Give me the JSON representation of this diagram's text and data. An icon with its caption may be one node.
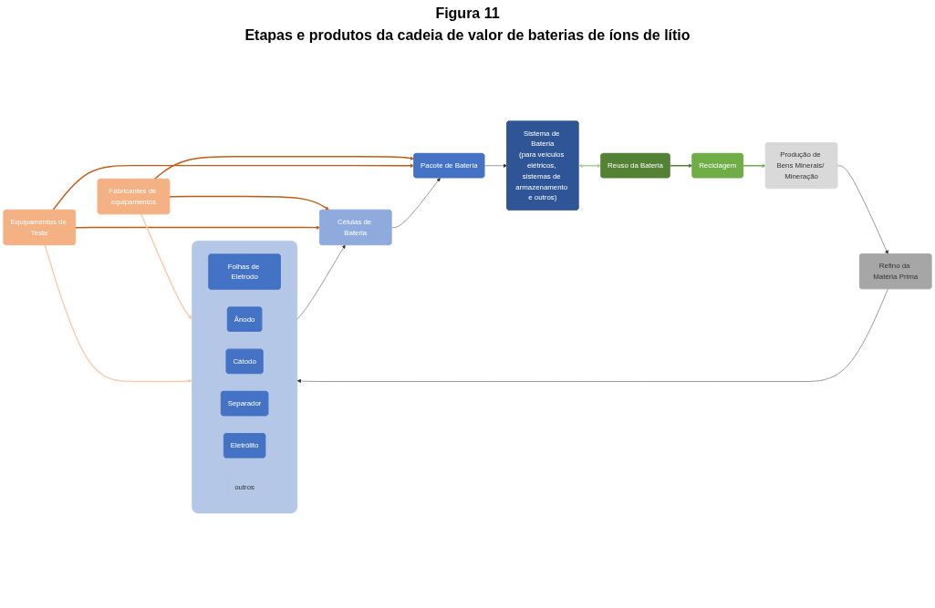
{
  "diagram": {
    "title": "Etapas e produtos da cadeia de valor de baterias de íons de lítio",
    "nodes": [
      {
        "text": [
          "Fabricantes de equipamentos"
        ]
      },
      {
        "text": [
          "Equipamentos de Teste"
        ]
      },
      {
        "text": [
          "Produção de Bens Minerais/ Mineração"
        ]
      },
      {
        "text": [
          "Refino da Matéria Prima"
        ]
      },
      {
        "text": [],
        "shape": "box"
      },
      {
        "text": [
          "Folhas de Eletrodo"
        ],
        "in": 4
      },
      {
        "text": [
          "Ânodo"
        ],
        "in": 4
      },
      {
        "text": [
          "Cátodo"
        ],
        "in": 4
      },
      {
        "text": [
          "Separador"
        ],
        "in": 4
      },
      {
        "text": [
          "Eletrólito"
        ],
        "in": 4
      },
      {
        "text": [
          "outros"
        ],
        "in": 4
      },
      {
        "text": [
          "Células de Bateria"
        ]
      },
      {
        "text": [
          "Pacote de Bateria"
        ]
      },
      {
        "text": [
          "Sistema de Bateria",
          "(para veículos elétricos, sistemas de armazenamento e outros)"
        ]
      },
      {
        "text": [
          "Reuso da Bateria"
        ]
      },
      {
        "text": [
          "Reciclagem"
        ]
      }
    ],
    "edges": [
      {
        "from": 0,
        "to": 4,
        "arrow": "to",
        "color": "#f8cbad"
      },
      {
        "from": 1,
        "to": 4,
        "arrow": "to",
        "color": "#f8cbad"
      },
      {
        "from": 0,
        "to": 11,
        "arrow": "to",
        "color": "#c55a11"
      },
      {
        "from": 0,
        "to": 12,
        "arrow": "to",
        "color": "#c55a11"
      },
      {
        "from": 1,
        "to": 11,
        "arrow": "to",
        "color": "#c55a11"
      },
      {
        "from": 1,
        "to": 12,
        "arrow": "to",
        "color": "#c55a11"
      },
      {
        "from": 2,
        "to": 3,
        "arrow": "to"
      },
      {
        "from": 3,
        "to": 4,
        "arrow": "to"
      },
      {
        "from": 4,
        "to": 11,
        "arrow": "to"
      },
      {
        "from": 11,
        "to": 12,
        "arrow": "to"
      },
      {
        "from": 12,
        "to": 13,
        "arrow": "to"
      },
      {
        "from": 13,
        "to": 14,
        "arrow": "both",
        "color": "#a9d18e"
      },
      {
        "from": 14,
        "to": 15,
        "arrow": "to",
        "color": "#548235"
      },
      {
        "from": 15,
        "to": 2,
        "arrow": "to",
        "color": "#70ad47"
      }
    ],
    "labels": [
      "Figura 11"
    ]
  }
}
